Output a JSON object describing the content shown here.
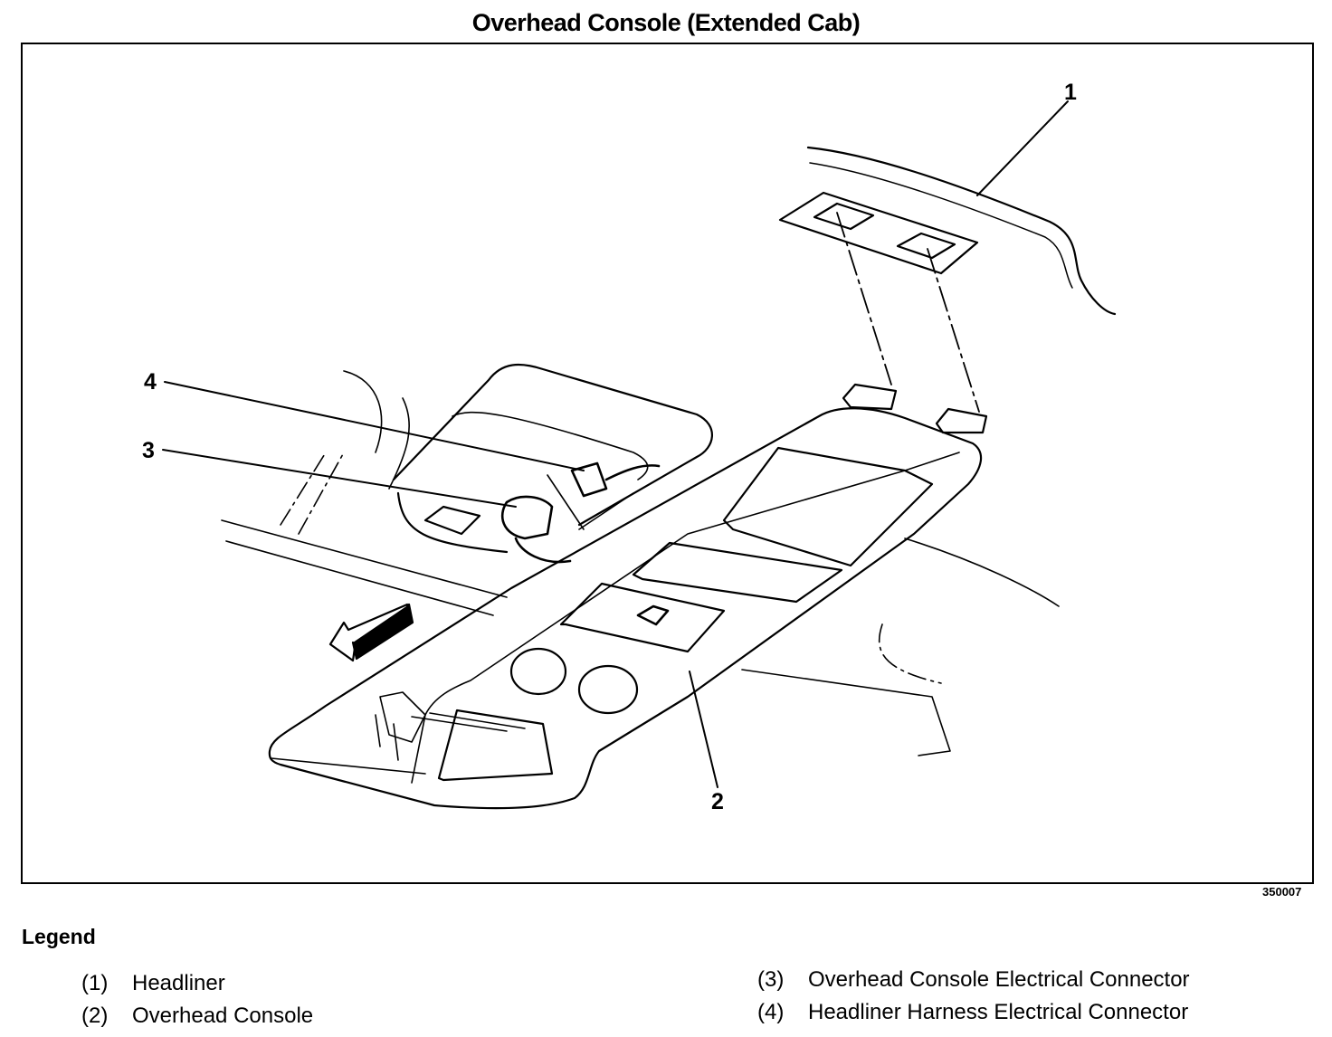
{
  "title": "Overhead Console (Extended Cab)",
  "figure_id": "350007",
  "callouts": [
    "1",
    "2",
    "3",
    "4"
  ],
  "legend": {
    "heading": "Legend",
    "items": [
      {
        "num": "(1)",
        "label": "Headliner"
      },
      {
        "num": "(2)",
        "label": "Overhead Console"
      },
      {
        "num": "(3)",
        "label": "Overhead Console Electrical Connector"
      },
      {
        "num": "(4)",
        "label": "Headliner Harness Electrical Connector"
      }
    ]
  }
}
